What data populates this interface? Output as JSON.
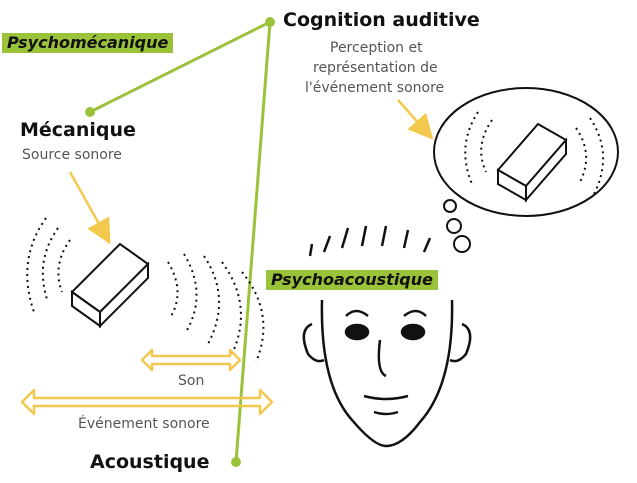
{
  "colors": {
    "accent_green": "#9bc33a",
    "arrow_yellow": "#f2c94c",
    "text": "#111111",
    "caption": "#555555"
  },
  "labels": {
    "psychomecanique": "Psychomécanique",
    "cognition": "Cognition auditive",
    "cognition_sub_1": "Perception et",
    "cognition_sub_2": "représentation de",
    "cognition_sub_3": "l'événement sonore",
    "mecanique": "Mécanique",
    "mecanique_sub": "Source sonore",
    "psychoacoustique": "Psychoacoustique",
    "son": "Son",
    "evenement": "Événement sonore",
    "acoustique": "Acoustique"
  }
}
